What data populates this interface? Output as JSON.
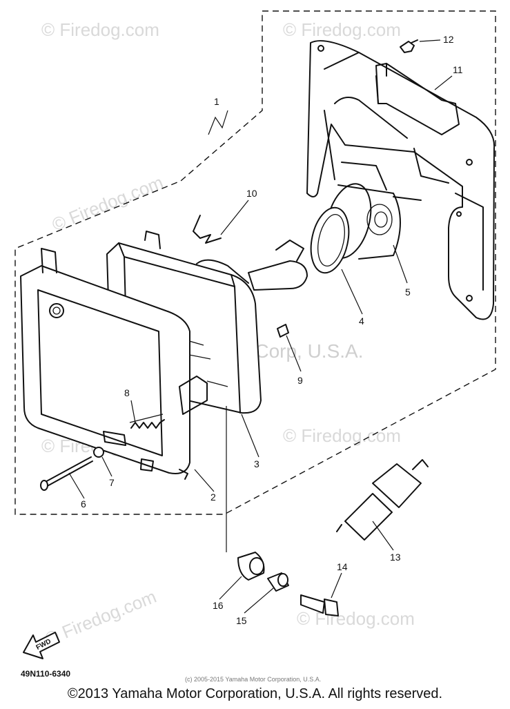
{
  "diagram": {
    "callouts": [
      "1",
      "2",
      "3",
      "4",
      "5",
      "6",
      "7",
      "8",
      "9",
      "10",
      "11",
      "12",
      "13",
      "14",
      "15",
      "16"
    ],
    "fwd_label": "FWD",
    "part_code": "49N110-6340",
    "watermark_brand": "© Firedog.com",
    "watermark_corp": "Yamaha Motor Corp, U.S.A.",
    "small_credit": "(c) 2005-2015 Yamaha Motor Corporation, U.S.A."
  },
  "footer": {
    "copyright": "©2013 Yamaha Motor Corporation, U.S.A. All rights reserved."
  }
}
